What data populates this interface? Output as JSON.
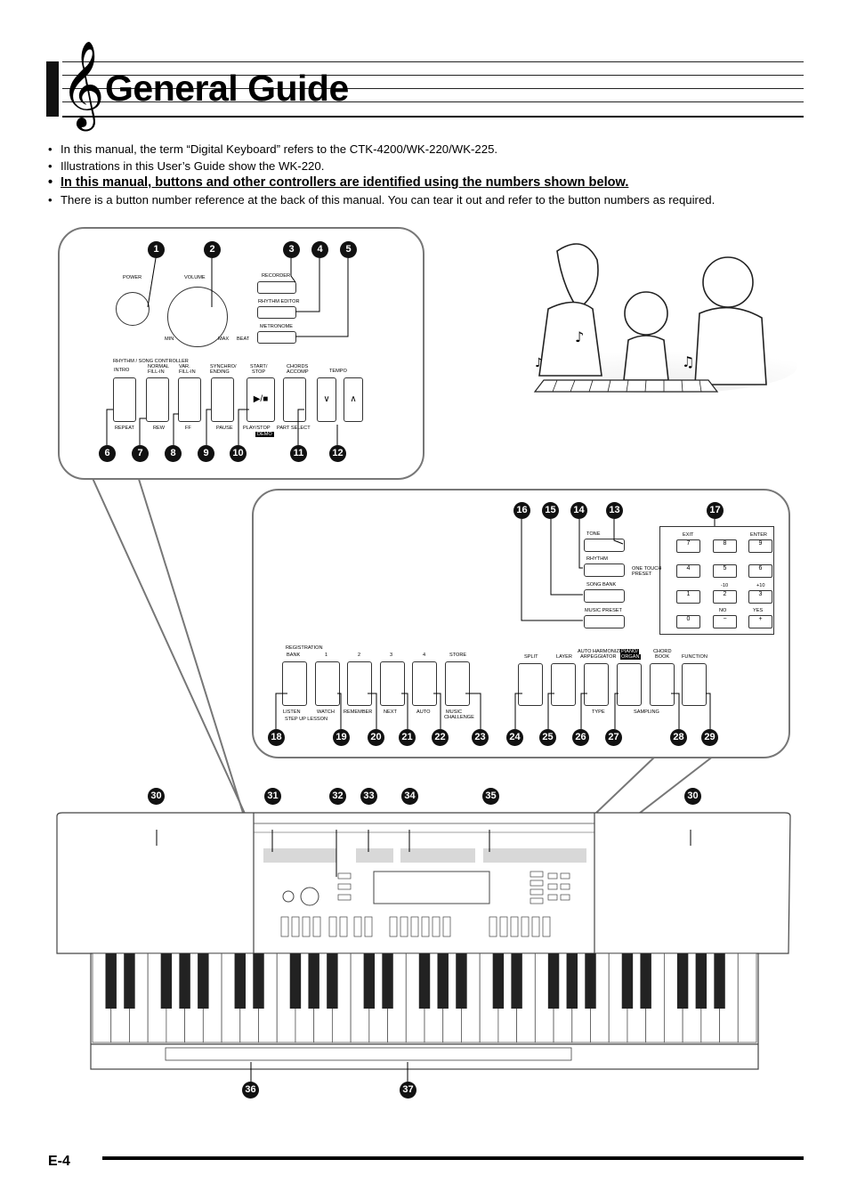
{
  "header": {
    "title": "General Guide"
  },
  "bullets": [
    "In this manual, the term “Digital Keyboard” refers to the CTK-4200/WK-220/WK-225.",
    "Illustrations in this User’s Guide show the WK-220.",
    "In this manual, buttons and other controllers are identified using the numbers shown below.",
    "There is a button number reference at the back of this manual. You can tear it out and refer to the button numbers as required."
  ],
  "panel1": {
    "labels": {
      "power": "POWER",
      "volume": "VOLUME",
      "min": "MIN",
      "max": "MAX",
      "recorder": "RECORDER",
      "rhythm_editor": "RHYTHM EDITOR",
      "metronome": "METRONOME",
      "beat": "BEAT",
      "controller": "RHYTHM / SONG CONTROLLER",
      "intro": "INTRO",
      "normal": "NORMAL",
      "fill_in": "FILL-IN",
      "var": "VAR.",
      "var_fill_in": "FILL-IN",
      "synchro": "SYNCHRO/",
      "ending": "ENDING",
      "start": "START/",
      "stop": "STOP",
      "chords": "CHORDS",
      "accomp": "ACCOMP",
      "tempo": "TEMPO",
      "repeat": "REPEAT",
      "rew": "REW",
      "ff": "FF",
      "pause": "PAUSE",
      "play_stop": "PLAY/STOP",
      "part_select": "PART SELECT",
      "demo": "DEMO"
    },
    "numbers": [
      "1",
      "2",
      "3",
      "4",
      "5",
      "6",
      "7",
      "8",
      "9",
      "10",
      "11",
      "12"
    ]
  },
  "panel2": {
    "labels": {
      "tone": "TONE",
      "rhythm": "RHYTHM",
      "one_touch": "ONE TOUCH",
      "preset": "PRESET",
      "song_bank": "SONG BANK",
      "music_preset": "MUSIC PRESET",
      "exit": "EXIT",
      "enter": "ENTER",
      "registration": "REGISTRATION",
      "bank": "BANK",
      "reg1": "1",
      "reg2": "2",
      "reg3": "3",
      "reg4": "4",
      "store": "STORE",
      "listen": "LISTEN",
      "watch": "WATCH",
      "remember": "REMEMBER",
      "next": "NEXT",
      "auto": "AUTO",
      "music": "MUSIC",
      "challenge": "CHALLENGE",
      "step_up": "STEP UP LESSON",
      "split": "SPLIT",
      "layer": "LAYER",
      "auto_harmonize": "AUTO HARMONIZE/",
      "arpeggiator": "ARPEGGIATOR",
      "piano": "PIANO/",
      "organ": "ORGAN",
      "chord": "CHORD",
      "book": "BOOK",
      "function": "FUNCTION",
      "type": "TYPE",
      "sampling": "SAMPLING",
      "minus10": "-10",
      "plus10": "+10",
      "no": "NO",
      "yes": "YES"
    },
    "keypad": [
      "7",
      "8",
      "9",
      "4",
      "5",
      "6",
      "1",
      "2",
      "3",
      "0",
      "−",
      "+"
    ],
    "numbers": [
      "16",
      "15",
      "14",
      "13",
      "17",
      "18",
      "19",
      "20",
      "21",
      "22",
      "23",
      "24",
      "25",
      "26",
      "27",
      "28",
      "29"
    ]
  },
  "keyboard": {
    "numbers": [
      "30",
      "31",
      "32",
      "33",
      "34",
      "35",
      "30",
      "36",
      "37"
    ]
  },
  "footer": {
    "page": "E-4"
  }
}
